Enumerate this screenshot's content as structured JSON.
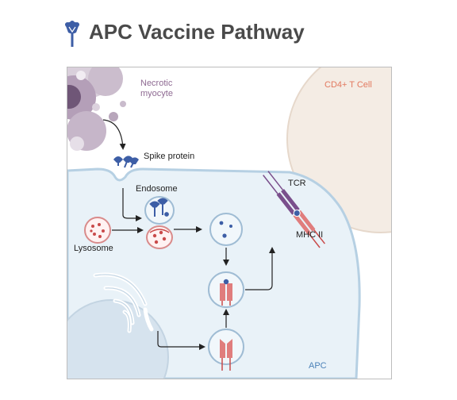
{
  "header": {
    "title": "APC Vaccine Pathway",
    "icon": "virus-icon"
  },
  "diagram": {
    "labels": {
      "necrotic_line1": "Necrotic",
      "necrotic_line2": "myocyte",
      "cd4": "CD4+ T Cell",
      "spike": "Spike protein",
      "endosome": "Endosome",
      "lysosome": "Lysosome",
      "tcr": "TCR",
      "mhc": "MHC II",
      "apc": "APC"
    },
    "colors": {
      "title": "#4a4a4a",
      "necrotic": "#8e6a92",
      "cd4": "#e2795f",
      "apc_label": "#4c82b8",
      "apc_fill": "#e9f2f8",
      "apc_membrane": "#b6d0e3",
      "spike_blue": "#3d5ea6",
      "lysosome_red": "#c94a4a",
      "tcr_purple": "#7a4f8c",
      "mhc_pink": "#e07d7d"
    }
  }
}
